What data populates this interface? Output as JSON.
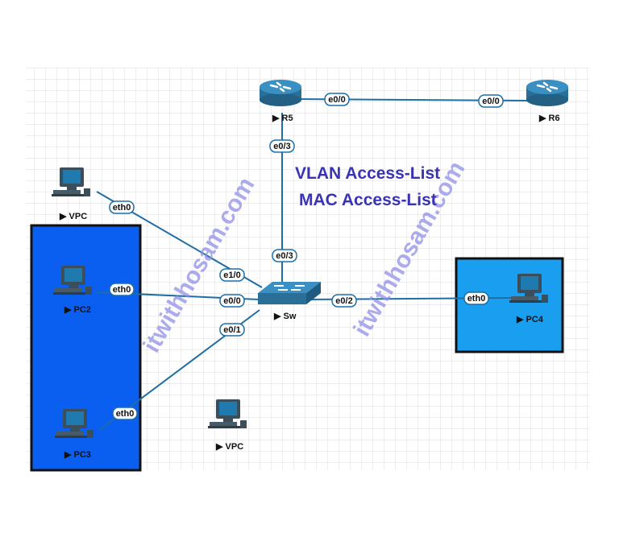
{
  "title": {
    "line1": "VLAN Access-List",
    "line2": "MAC Access-List"
  },
  "watermark": {
    "text_left": "itwithhosam.com",
    "text_right": "itwithhosam.com"
  },
  "colors": {
    "grid": "#d9d9d9",
    "link": "#1e6ea5",
    "vlan_box_a": "#0b5ff0",
    "vlan_box_b": "#1a9ff0",
    "router": "#2c7fae",
    "title": "#3a34b4"
  },
  "devices": {
    "r5": {
      "label": "R5",
      "icon": "router-icon"
    },
    "r6": {
      "label": "R6",
      "icon": "router-icon"
    },
    "sw": {
      "label": "Sw",
      "icon": "switch-icon"
    },
    "vpc_top": {
      "label": "VPC",
      "icon": "pc-icon"
    },
    "vpc_bottom": {
      "label": "VPC",
      "icon": "pc-icon"
    },
    "pc2": {
      "label": "PC2",
      "icon": "pc-icon"
    },
    "pc3": {
      "label": "PC3",
      "icon": "pc-icon"
    },
    "pc4": {
      "label": "PC4",
      "icon": "pc-icon"
    }
  },
  "interfaces": {
    "r5_r6_r5side": "e0/0",
    "r5_r6_r6side": "e0/0",
    "r5_sw_r5side": "e0/3",
    "r5_sw_swside": "e0/3",
    "vpc_sw_vpcside": "eth0",
    "vpc_sw_swside": "e1/0",
    "pc2_sw_pcside": "eth0",
    "pc2_sw_swside": "e0/0",
    "pc3_sw_pcside": "eth0",
    "pc3_sw_swside": "e0/1",
    "sw_pc4_swside": "e0/2",
    "sw_pc4_pcside": "eth0"
  },
  "play_marker": "▶"
}
